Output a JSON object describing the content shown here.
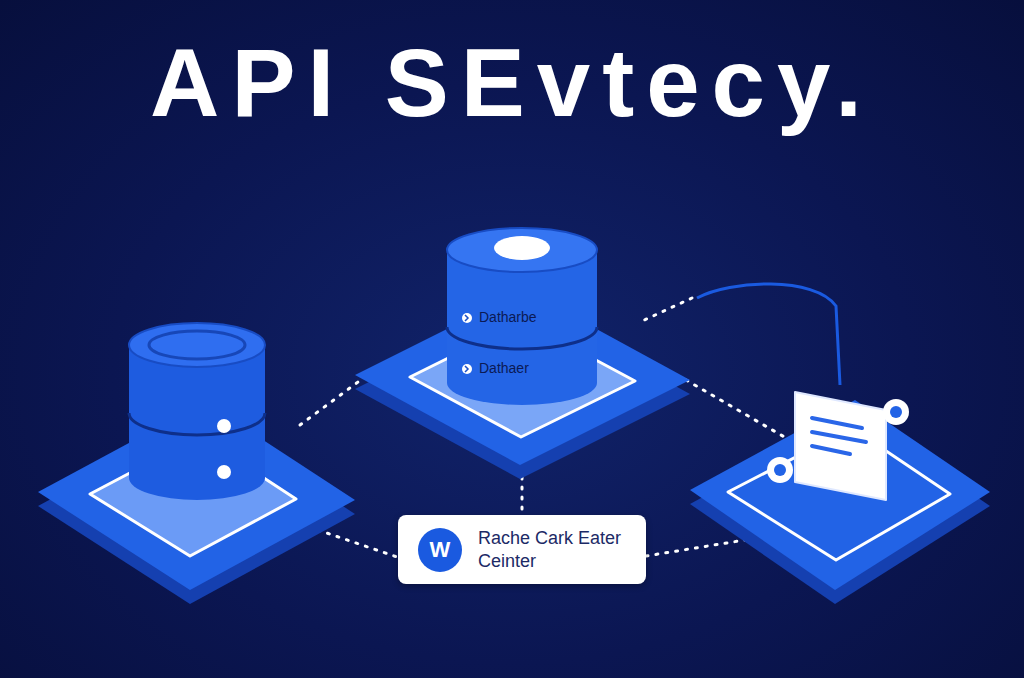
{
  "diagram": {
    "title": "API SEvtecy.",
    "nodes": [
      {
        "text": [
          "Datharbe",
          "Dathaer"
        ]
      },
      {
        "text": [
          "W",
          "Rache Cark Eater Ceinter"
        ]
      }
    ],
    "edges": [
      {
        "from": 0,
        "to": 1,
        "arrow": "none"
      }
    ]
  }
}
